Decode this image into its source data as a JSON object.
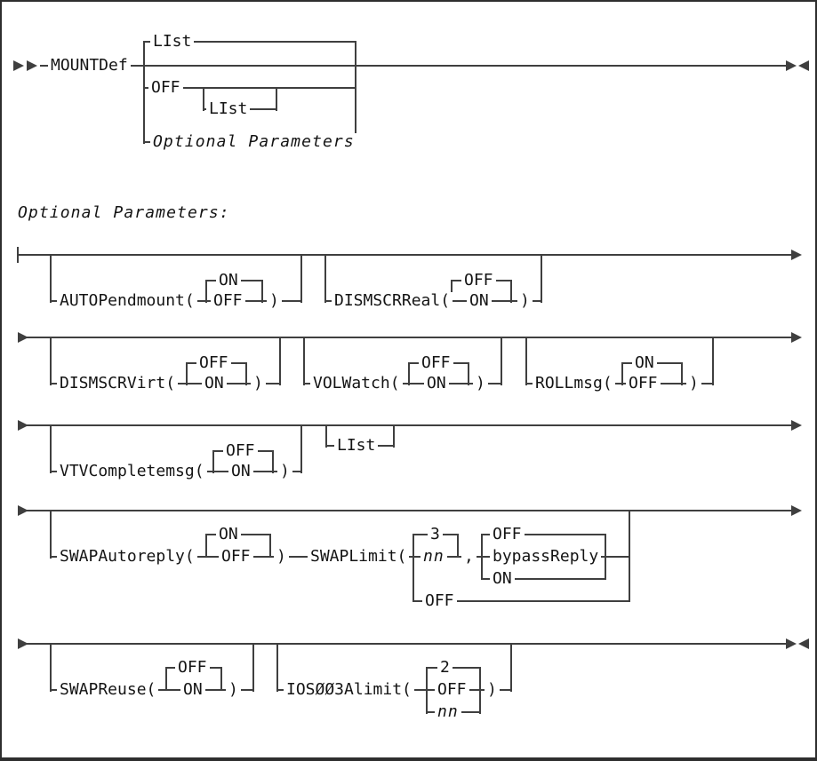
{
  "colors": {
    "background": "#ffffff",
    "line": "#3f3f3f",
    "text": "#141414"
  },
  "heading": {
    "optional_parameters": "Optional Parameters:"
  },
  "main": {
    "keyword": "MOUNTDef",
    "list_default": "LIst",
    "off": "OFF",
    "off_list": "LIst",
    "optional_parameters": "Optional Parameters"
  },
  "params": {
    "autopendmount": {
      "label": "AUTOPendmount(",
      "on": "ON",
      "off": "OFF",
      "close": ")"
    },
    "dismscrreal": {
      "label": "DISMSCRReal(",
      "off": "OFF",
      "on": "ON",
      "close": ")"
    },
    "dismscrvirt": {
      "label": "DISMSCRVirt(",
      "off": "OFF",
      "on": "ON",
      "close": ")"
    },
    "volwatch": {
      "label": "VOLWatch(",
      "off": "OFF",
      "on": "ON",
      "close": ")"
    },
    "rollmsg": {
      "label": "ROLLmsg(",
      "on": "ON",
      "off": "OFF",
      "close": ")"
    },
    "vtvcompletemsg": {
      "label": "VTVCompletemsg(",
      "off": "OFF",
      "on": "ON",
      "close": ")"
    },
    "list": {
      "label": "LIst"
    },
    "swapautoreply": {
      "label": "SWAPAutoreply(",
      "on": "ON",
      "off": "OFF",
      "close": ")"
    },
    "swaplimit": {
      "label": "SWAPLimit(",
      "default_count": "3",
      "nn": "nn",
      "count_off": "OFF",
      "comma": ",",
      "reply_off": "OFF",
      "reply_bypass": "bypassReply",
      "reply_on": "ON"
    },
    "swapreuse": {
      "label": "SWAPReuse(",
      "off": "OFF",
      "on": "ON",
      "close": ")"
    },
    "ios003alimit": {
      "label": "IOSØØ3Alimit(",
      "default_count": "2",
      "off": "OFF",
      "nn": "nn",
      "close": ")"
    }
  }
}
